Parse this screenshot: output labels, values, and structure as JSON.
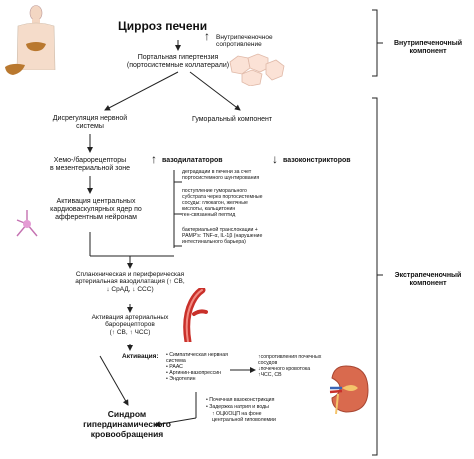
{
  "top": {
    "title": "Цирроз печени",
    "intrahepatic_resistance": "Внутрипеченочное\nсопротивление",
    "portal_hypertension": "Портальная гипертензия\n(портосистемные коллатерали)"
  },
  "right_labels": {
    "intrahepatic": "Внутрипеченочный\nкомпонент",
    "extrahepatic": "Экстрапеченочный\nкомпонент"
  },
  "nervous": {
    "title": "Дисрегуляция нервной\nсистемы",
    "chemo": "Хемо-/барорецепторы\nв мезентериальной зоне",
    "activation": "Активация центральных\nкардиоваскулярных ядер по\nафферентным нейронам"
  },
  "humoral": {
    "title": "Гуморальный компонент",
    "vasodilators": "вазодилататоров",
    "vasoconstrictors": "вазоконстрикторов",
    "item1": "деградации в печени за счет\nпортосистемного шунтирования",
    "item2": "поступление гуморального\nсубстрата через портосистемные\nсосуды: глюкагон, желчные\nкислоты, кальцитонин\nген-связанный пептид",
    "item3": "бактериальной транслокации +\nPAMP's: TNF-α, IL-1β (нарушение\nинтестинального барьера)"
  },
  "vasodilation": "Спланхническая и периферическая\nартериальная вазодилатация (↑ СВ,\n↓ СрАД, ↓ ССС)",
  "baroreceptors": "Активация артериальных\nбарорецепторов\n(↑ СВ, ↑ ЧСС)",
  "activation": {
    "label": "Активация:",
    "items": "• Симпатическая нервная\nсистема\n• РААС\n• Аргинин-вазопрессин\n• Эндотелин"
  },
  "renal": {
    "resistance": "↑сопротивления почечных\nсосудов\n↓почечного кровотока\n↑ЧСС, СВ",
    "vasoconstriction": "• Почечная вазоконстрикция",
    "retention": "• Задержка натрия и воды",
    "gfr": "↑ ОЦК/ОЦП на фоне\nцентральной гиповолемии"
  },
  "syndrome": "Синдром\nгипердинамического\nкровообращения"
}
